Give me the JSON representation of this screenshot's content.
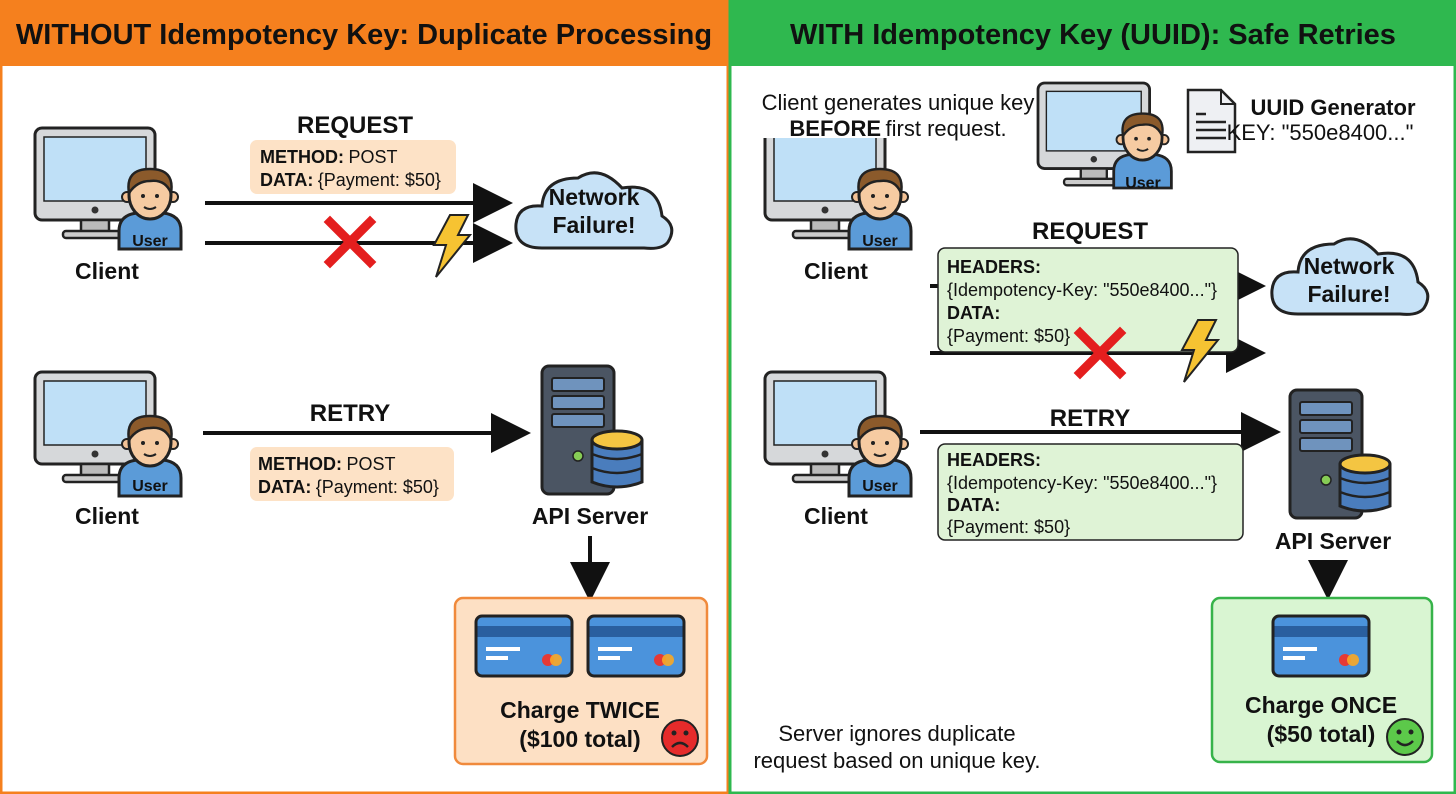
{
  "left": {
    "title": "WITHOUT Idempotency Key: Duplicate Processing",
    "header_color": "#f5801e",
    "client_label": "Client",
    "user_badge": "User",
    "request_label": "REQUEST",
    "request_method_key": "METHOD:",
    "request_method_val": "POST",
    "request_data_key": "DATA:",
    "request_data_val": "{Payment: $50}",
    "cloud_line1": "Network",
    "cloud_line2": "Failure!",
    "retry_label": "RETRY",
    "server_label": "API Server",
    "result_line1": "Charge TWICE",
    "result_line2": "($100 total)",
    "result_icon": "sad-face-icon"
  },
  "right": {
    "title": "WITH Idempotency Key (UUID): Safe Retries",
    "header_color": "#2fb84f",
    "note_line1": "Client generates unique key",
    "note_line2_bold": "BEFORE",
    "note_line2_rest": "first request.",
    "uuid_title": "UUID Generator",
    "uuid_key": "KEY: \"550e8400...\"",
    "client_label": "Client",
    "user_badge": "User",
    "request_label": "REQUEST",
    "headers_key": "HEADERS:",
    "headers_val": "{Idempotency-Key: \"550e8400...\"}",
    "data_key": "DATA:",
    "data_val": "{Payment: $50}",
    "cloud_line1": "Network",
    "cloud_line2": "Failure!",
    "retry_label": "RETRY",
    "server_label": "API Server",
    "result_line1": "Charge ONCE",
    "result_line2": "($50 total)",
    "result_icon": "smiley-face-icon",
    "footer_line1": "Server ignores duplicate",
    "footer_line2": "request based on unique key."
  }
}
